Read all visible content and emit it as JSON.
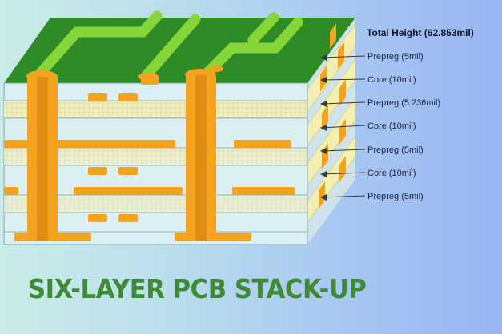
{
  "title": "SIX-LAYER PCB STACK-UP",
  "total_height_label": "Total Height (62.853mil)",
  "layer_labels": [
    "Prepreg (5mil)",
    "Core (10mil)",
    "Prepreg (5.236mil)",
    "Core (10mil)",
    "Prepreg (5mil)",
    "Core (10mil)",
    "Prepreg (5mil)"
  ],
  "colors": {
    "solder_mask": "#2e8a24",
    "top_trace": "#86d63a",
    "copper": "#f5a21f",
    "dielectric_front": "#dceff3",
    "prepreg_side": "#f2efb0",
    "caption": "#3e8a36"
  }
}
